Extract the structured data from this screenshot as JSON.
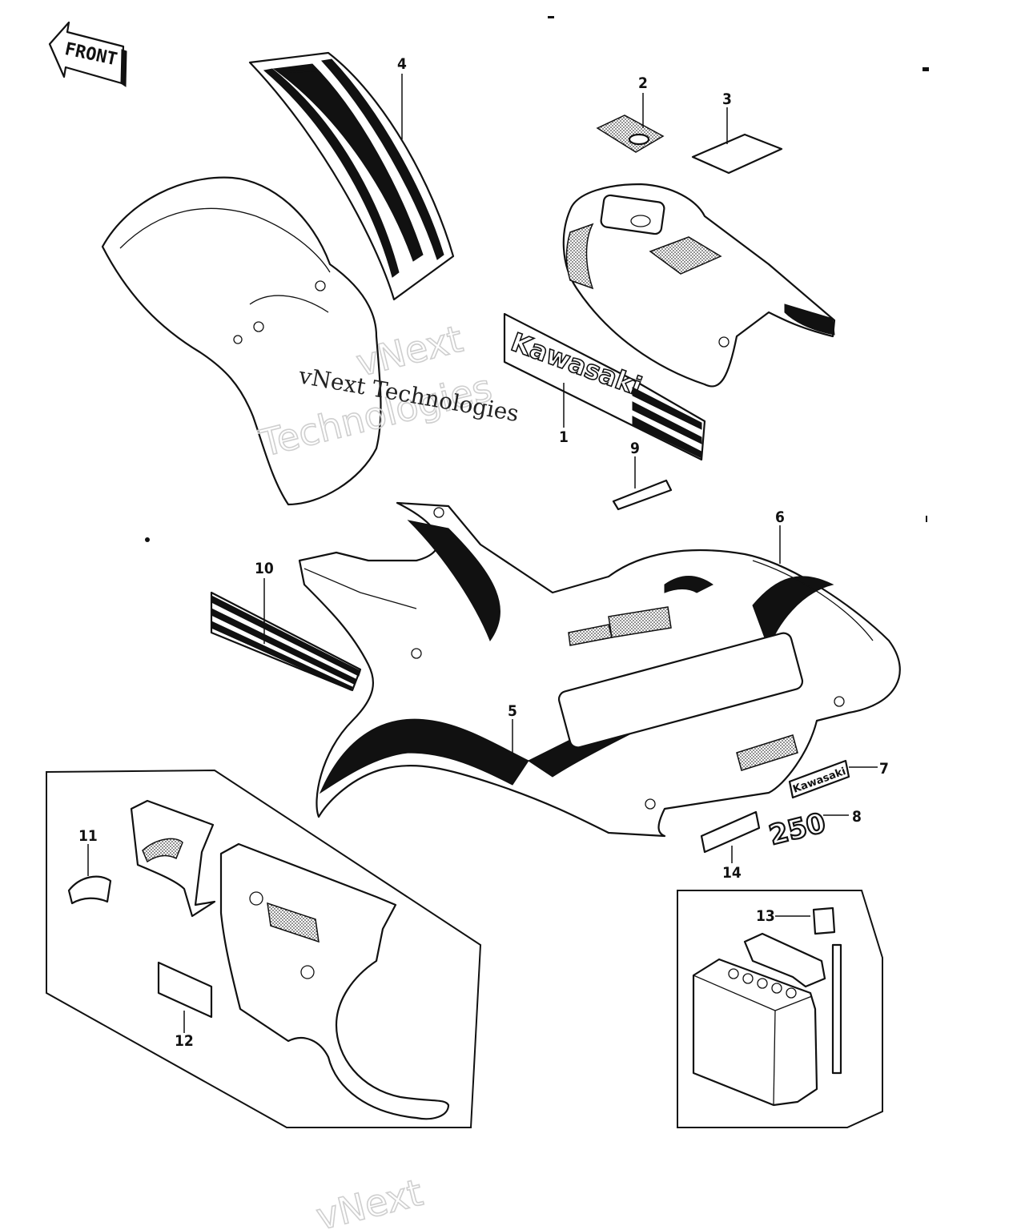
{
  "front_arrow": {
    "label": "FRONT"
  },
  "decal_text": {
    "kawasaki_large": "Kawasaki",
    "kawasaki_small": "Kawasaki",
    "model_250": "250"
  },
  "watermark": {
    "brand_1": "vNext",
    "brand_2": "Technologies",
    "line_full": "vNext Technologies",
    "bottom": "vNext"
  },
  "callouts": {
    "n1": "1",
    "n2": "2",
    "n3": "3",
    "n4": "4",
    "n5": "5",
    "n6": "6",
    "n7": "7",
    "n8": "8",
    "n9": "9",
    "n10": "10",
    "n11": "11",
    "n12": "12",
    "n13": "13",
    "n14": "14"
  }
}
